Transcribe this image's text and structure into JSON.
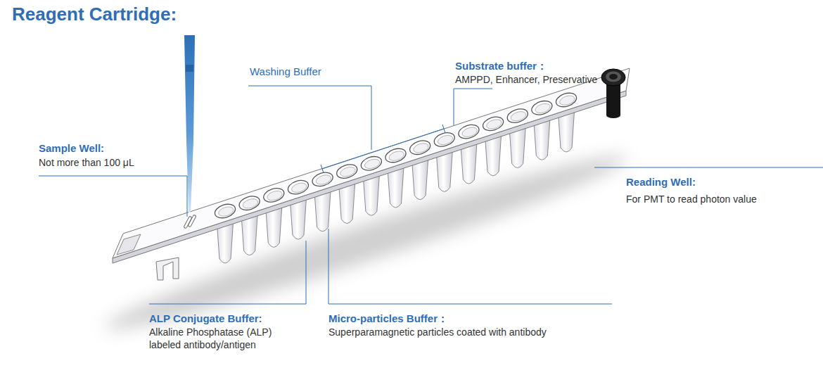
{
  "diagram": {
    "title": "Reagent Cartridge:",
    "labels": [
      "Washing Buffer",
      "Substrate buffer：",
      "AMPPD, Enhancer, Preservative",
      "Sample Well:",
      "Not more than 100 μL",
      "Reading Well:",
      "For PMT to read photon value",
      "ALP Conjugate Buffer:",
      "Alkaline Phosphatase (ALP) labeled antibody/antigen",
      "Micro-particles Buffer：",
      "Superparamagnetic particles coated with antibody"
    ]
  }
}
